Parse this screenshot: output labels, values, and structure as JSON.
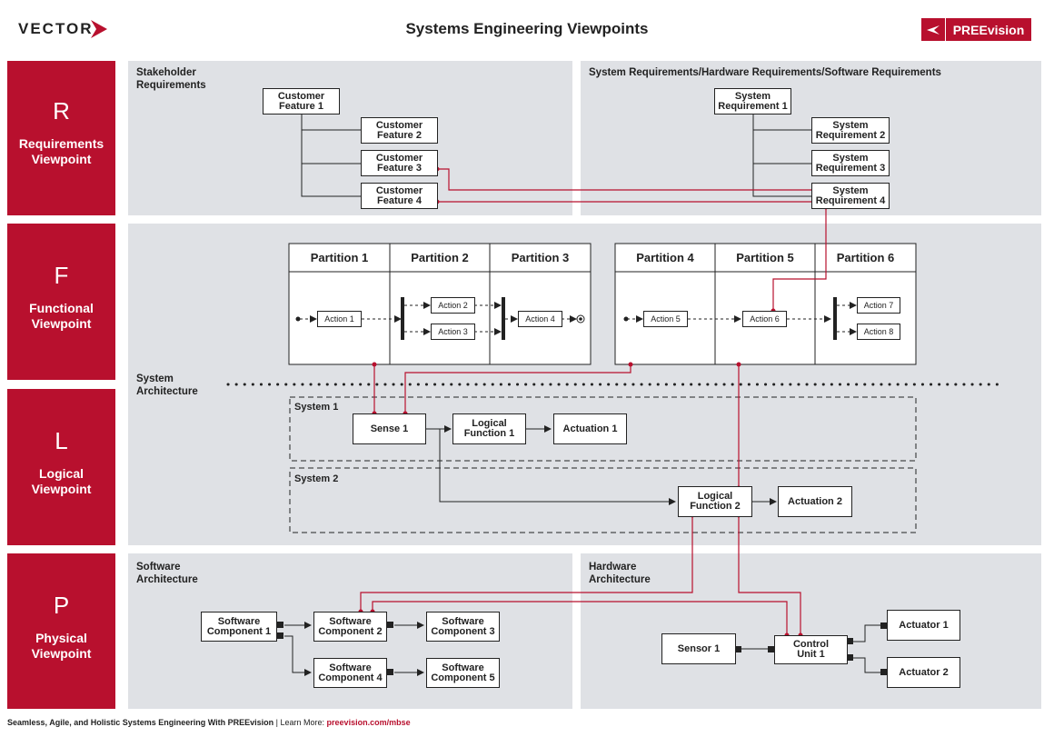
{
  "header": {
    "brand": "VECTOR",
    "title": "Systems Engineering Viewpoints",
    "product": "PREEvision"
  },
  "viewpoints": [
    {
      "letter": "R",
      "name": "Requirements\nViewpoint"
    },
    {
      "letter": "F",
      "name": "Functional\nViewpoint"
    },
    {
      "letter": "L",
      "name": "Logical\nViewpoint"
    },
    {
      "letter": "P",
      "name": "Physical\nViewpoint"
    }
  ],
  "sections": {
    "stakeholder": "Stakeholder\nRequirements",
    "system_req": "System Requirements/Hardware Requirements/Software Requirements",
    "system_arch": "System\nArchitecture",
    "software_arch": "Software\nArchitecture",
    "hardware_arch": "Hardware\nArchitecture"
  },
  "customer_features": [
    "Customer\nFeature 1",
    "Customer\nFeature 2",
    "Customer\nFeature 3",
    "Customer\nFeature 4"
  ],
  "system_requirements": [
    "System\nRequirement 1",
    "System\nRequirement 2",
    "System\nRequirement 3",
    "System\nRequirement 4"
  ],
  "partitions": [
    "Partition 1",
    "Partition 2",
    "Partition 3",
    "Partition 4",
    "Partition 5",
    "Partition 6"
  ],
  "actions": [
    "Action 1",
    "Action 2",
    "Action 3",
    "Action 4",
    "Action 5",
    "Action 6",
    "Action 7",
    "Action 8"
  ],
  "logical": {
    "system1": "System 1",
    "system2": "System 2",
    "sense1": "Sense 1",
    "logical_function_1": "Logical\nFunction 1",
    "actuation1": "Actuation 1",
    "logical_function_2": "Logical\nFunction 2",
    "actuation2": "Actuation 2"
  },
  "software_components": [
    "Software\nComponent 1",
    "Software\nComponent 2",
    "Software\nComponent 3",
    "Software\nComponent 4",
    "Software\nComponent 5"
  ],
  "hardware": {
    "sensor1": "Sensor 1",
    "control_unit": "Control\nUnit 1",
    "actuator1": "Actuator 1",
    "actuator2": "Actuator 2"
  },
  "footer": {
    "tagline": "Seamless, Agile, and Holistic Systems Engineering With PREEvision",
    "learn_more": " | Learn More: ",
    "url": "preevision.com/mbse"
  },
  "colors": {
    "accent": "#b8102e",
    "panel": "#dfe1e5"
  }
}
